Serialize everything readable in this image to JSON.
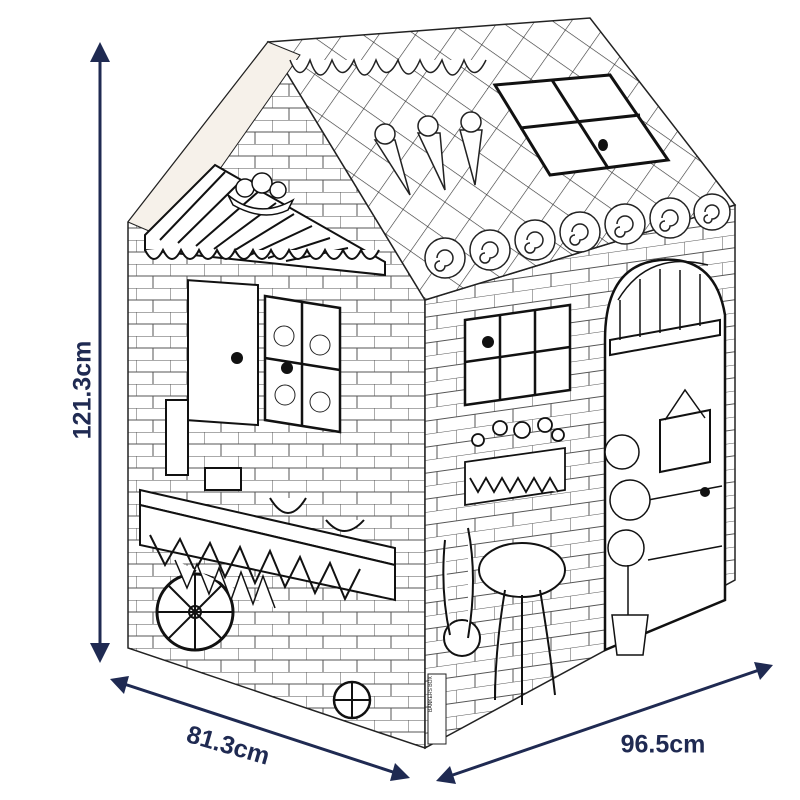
{
  "image": {
    "subject": "cardboard play house colouring kit",
    "arrow_color": "#1f2a52",
    "line_color": "#1a1a1a",
    "surface_color": "#ffffff"
  },
  "dimensions": {
    "height": "121.3cm",
    "depth": "81.3cm",
    "width": "96.5cm"
  },
  "brand_stamp": "BANKERS BOX"
}
